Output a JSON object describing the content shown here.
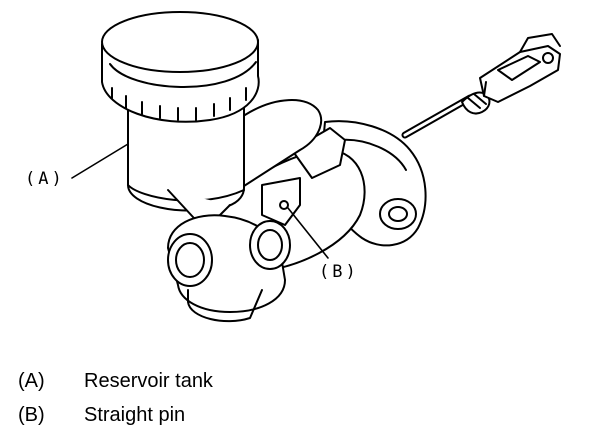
{
  "callouts": {
    "a": "(A)",
    "b": "(B)"
  },
  "legend": [
    {
      "key": "(A)",
      "label": "Reservoir tank"
    },
    {
      "key": "(B)",
      "label": "Straight pin"
    }
  ],
  "colors": {
    "ink": "#000000",
    "paper": "#ffffff"
  }
}
